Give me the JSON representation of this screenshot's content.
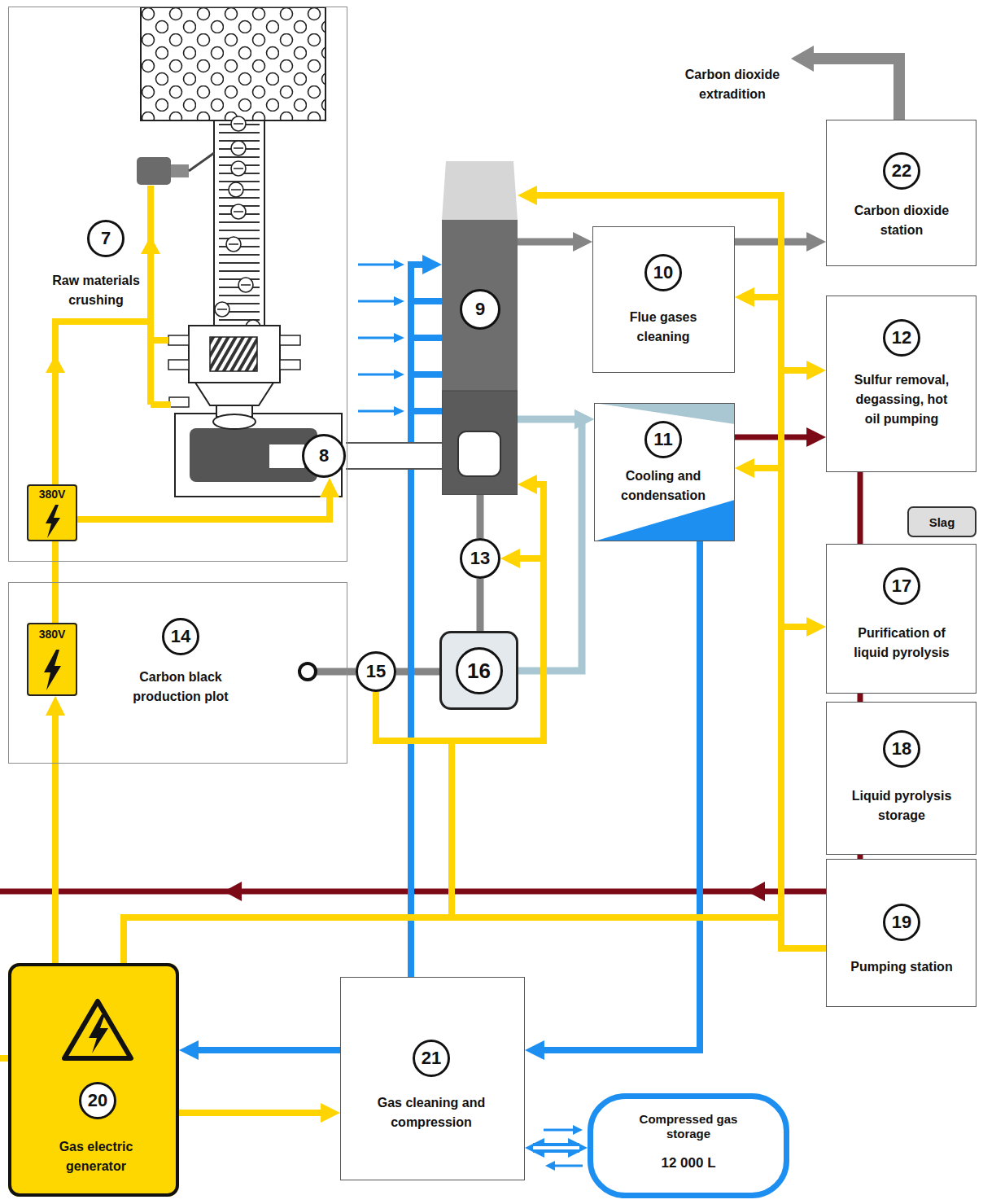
{
  "diagram": {
    "nodes": [
      {
        "text": [
          "7",
          "Raw materials crushing"
        ]
      },
      {
        "text": [
          "380V"
        ],
        "in": 0
      },
      {
        "text": [
          "8"
        ],
        "in": 0
      },
      {
        "text": [
          "9"
        ]
      },
      {
        "text": [
          "22",
          "Carbon dioxide station"
        ]
      },
      {
        "text": [
          "10",
          "Flue gases cleaning"
        ]
      },
      {
        "text": [
          "11",
          "Cooling and condensation"
        ]
      },
      {
        "text": [
          "12",
          "Sulfur removal, degassing, hot oil pumping"
        ]
      },
      {
        "text": [
          "Slag"
        ]
      },
      {
        "text": [
          "13"
        ]
      },
      {
        "text": [
          "14",
          "Carbon black production plot"
        ]
      },
      {
        "text": [
          "380V"
        ],
        "in": 10
      },
      {
        "text": [
          "15"
        ]
      },
      {
        "text": [
          "16"
        ]
      },
      {
        "text": [
          "17",
          "Purification of liquid pyrolysis"
        ]
      },
      {
        "text": [
          "18",
          "Liquid pyrolysis storage"
        ]
      },
      {
        "text": [
          "19",
          "Pumping station"
        ]
      },
      {
        "text": [
          "20",
          "Gas electric generator"
        ]
      },
      {
        "text": [
          "21",
          "Gas cleaning and compression"
        ]
      },
      {
        "text": [
          "Compressed gas storage",
          "12 000 L"
        ]
      }
    ],
    "edges": [
      {
        "from": 2,
        "to": 3,
        "arrow": "none"
      },
      {
        "from": 3,
        "to": 5,
        "arrow": "to"
      },
      {
        "from": 5,
        "to": 4,
        "arrow": "to"
      },
      {
        "from": 3,
        "to": 9,
        "arrow": "none"
      },
      {
        "from": 9,
        "to": 13,
        "arrow": "none"
      },
      {
        "from": 13,
        "to": 12,
        "arrow": "none"
      },
      {
        "from": 12,
        "to": 10,
        "arrow": "none"
      },
      {
        "from": 3,
        "to": 6,
        "arrow": "to"
      },
      {
        "from": 13,
        "to": 6,
        "arrow": "to"
      },
      {
        "from": 6,
        "to": 18,
        "arrow": "to"
      },
      {
        "from": 18,
        "to": 17,
        "arrow": "to"
      },
      {
        "from": 18,
        "to": 3,
        "arrow": "to"
      },
      {
        "from": 18,
        "to": 19,
        "arrow": "both"
      },
      {
        "from": 6,
        "to": 7,
        "arrow": "to"
      },
      {
        "from": 7,
        "to": 14,
        "arrow": "none"
      },
      {
        "from": 14,
        "to": 15,
        "arrow": "none"
      },
      {
        "from": 15,
        "to": 16,
        "arrow": "none"
      },
      {
        "from": 17,
        "to": 11,
        "arrow": "to"
      },
      {
        "from": 11,
        "to": 1,
        "arrow": "none"
      },
      {
        "from": 1,
        "to": 2,
        "arrow": "to"
      },
      {
        "from": 17,
        "to": 18,
        "arrow": "to"
      },
      {
        "from": 17,
        "to": 12,
        "arrow": "none"
      },
      {
        "from": 17,
        "to": 9,
        "arrow": "to"
      },
      {
        "from": 17,
        "to": 3,
        "arrow": "to"
      },
      {
        "from": 17,
        "to": 3,
        "arrow": "to"
      },
      {
        "from": 17,
        "to": 5,
        "arrow": "to"
      },
      {
        "from": 17,
        "to": 6,
        "arrow": "to"
      },
      {
        "from": 17,
        "to": 7,
        "arrow": "to"
      },
      {
        "from": 17,
        "to": 14,
        "arrow": "to"
      },
      {
        "from": 17,
        "to": 16,
        "arrow": "none"
      }
    ],
    "labels": [
      "Carbon dioxide extradition"
    ]
  }
}
